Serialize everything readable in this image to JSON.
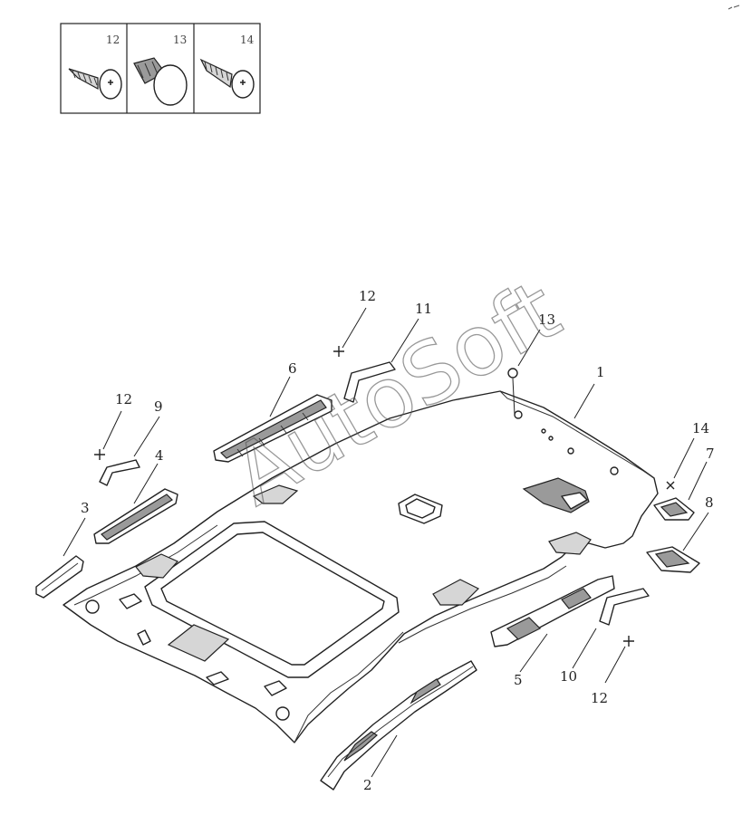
{
  "legend": {
    "cells": [
      {
        "number": "12",
        "icon": "screw-round-head-icon"
      },
      {
        "number": "13",
        "icon": "push-clip-icon"
      },
      {
        "number": "14",
        "icon": "screw-flat-head-icon"
      }
    ]
  },
  "callouts": {
    "c1": "1",
    "c2": "2",
    "c3": "3",
    "c4": "4",
    "c5": "5",
    "c6": "6",
    "c7": "7",
    "c8": "8",
    "c9": "9",
    "c10": "10",
    "c11": "11",
    "c12a": "12",
    "c12b": "12",
    "c12c": "12",
    "c13": "13",
    "c14": "14"
  },
  "watermark": "AutoSoft"
}
